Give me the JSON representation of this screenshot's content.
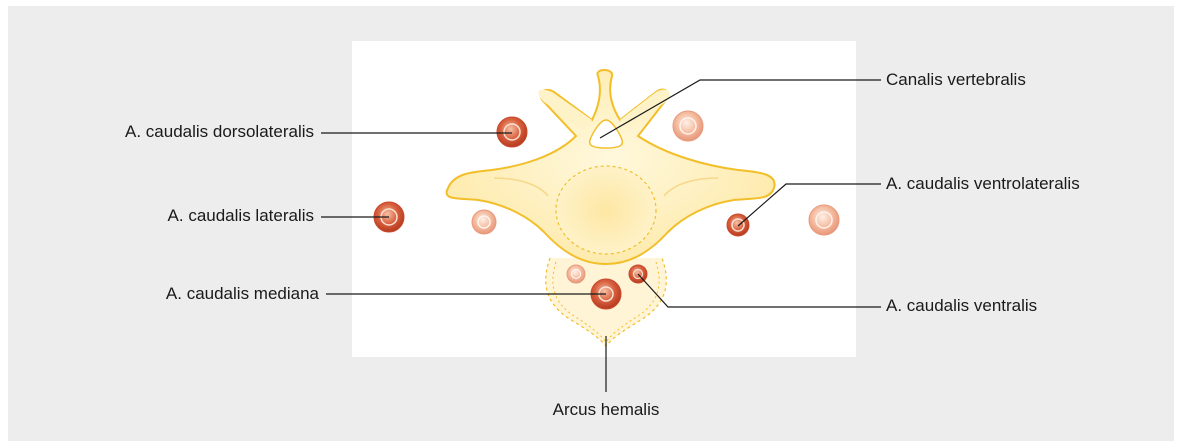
{
  "labels": {
    "canalis_vertebralis": "Canalis vertebralis",
    "dorsolateralis": "A. caudalis dorsolateralis",
    "ventrolateralis": "A. caudalis ventrolateralis",
    "lateralis": "A. caudalis lateralis",
    "mediana": "A. caudalis mediana",
    "ventralis": "A. caudalis ventralis",
    "arcus_hemalis": "Arcus hemalis"
  },
  "colors": {
    "background": "#ededed",
    "panel": "#ffffff",
    "bone_fill": "#fdeeb3",
    "bone_outline": "#f2be2a",
    "artery_dark": "#c94a2c",
    "artery_light": "#efa888",
    "leader_line": "#1a1a1a"
  }
}
